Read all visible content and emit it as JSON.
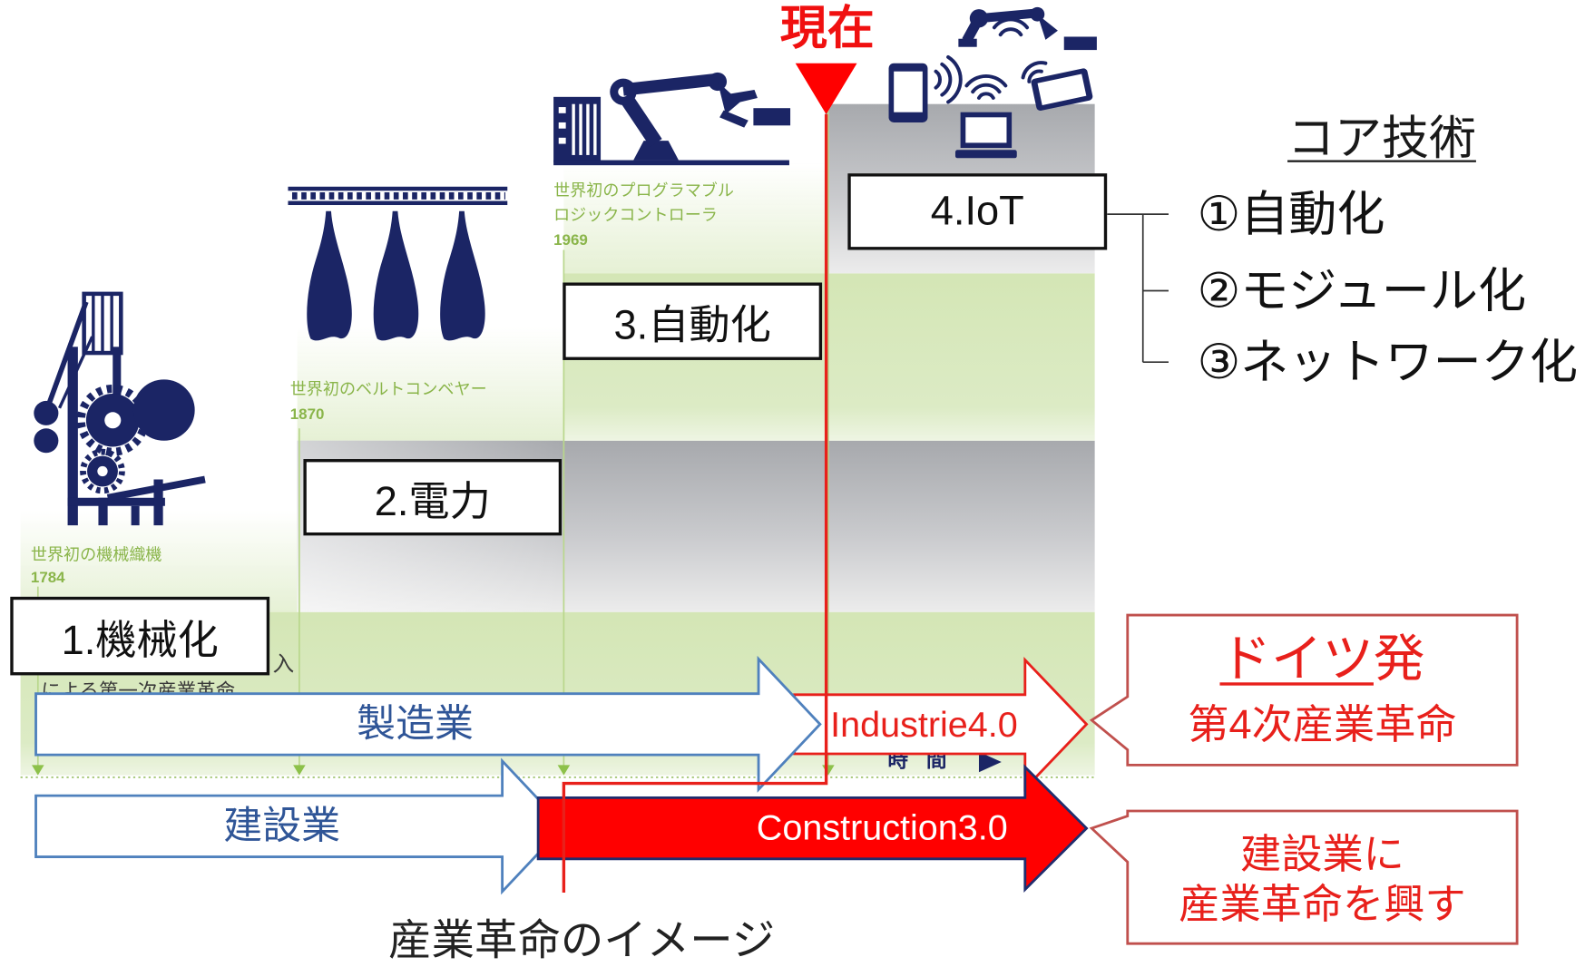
{
  "marker": {
    "label": "現在"
  },
  "stages": [
    {
      "label": "1.機械化",
      "caption": [
        "世界初の機械織機"
      ],
      "year": "1784",
      "icon": "loom-icon"
    },
    {
      "label": "2.電力",
      "caption": [
        "世界初のベルトコンベヤー"
      ],
      "year": "1870",
      "icon": "conveyor-icon"
    },
    {
      "label": "3.自動化",
      "caption": [
        "世界初のプログラマブル",
        "ロジックコントローラ"
      ],
      "year": "1969",
      "icon": "plc-robot-arm-icon"
    },
    {
      "label": "4.IoT",
      "icon": "iot-devices-icon"
    }
  ],
  "partial_text": {
    "fragment_right": "入",
    "fragment_left": "による第一次産業革命"
  },
  "time_axis": {
    "label": "時 間",
    "icon": "play-triangle-icon"
  },
  "arrows": {
    "manufacturing": {
      "label": "製造業"
    },
    "industrie": {
      "label": "Industrie4.0"
    },
    "construction": {
      "label": "建設業"
    },
    "construction_next": {
      "label": "Construction3.0"
    }
  },
  "callouts": {
    "germany": {
      "highlight": "ドイツ",
      "suffix": "発",
      "subtitle": "第4次産業革命"
    },
    "construction": {
      "line1": "建設業に",
      "line2": "産業革命を興す"
    }
  },
  "core_technology": {
    "title": "コア技術",
    "items": [
      "①自動化",
      "②モジュール化",
      "③ネットワーク化"
    ]
  },
  "caption": "産業革命のイメージ",
  "colors": {
    "accent_red": "#e8201b",
    "marker_red": "#ff0000",
    "navy": "#1b2565",
    "arrow_blue": "#4f81bd",
    "caption_green": "#8ab54a",
    "band_green": "#d6e7bb",
    "band_gray": "#b3b5b8",
    "callout_border": "#c0504d"
  }
}
